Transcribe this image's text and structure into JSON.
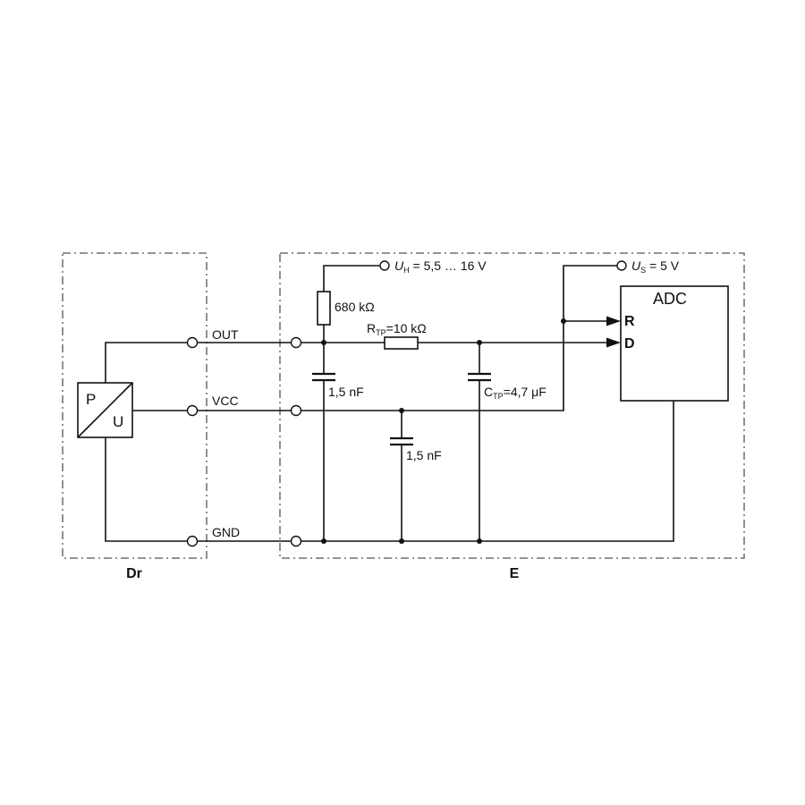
{
  "colors": {
    "line": "#111111",
    "frame": "#555555",
    "background": "#ffffff"
  },
  "blocks": {
    "left": "Dr",
    "right": "E"
  },
  "sensor": {
    "top_letter": "P",
    "bottom_letter": "U"
  },
  "terminals": {
    "out": "OUT",
    "vcc": "VCC",
    "gnd": "GND"
  },
  "supplies": {
    "uh_symbol": "U",
    "uh_sub": "H",
    "uh_value": " = 5,5 … 16 V",
    "us_symbol": "U",
    "us_sub": "S",
    "us_value": " = 5 V"
  },
  "components": {
    "pullup_resistor": "680 kΩ",
    "cap_out": "1,5 nF",
    "cap_vcc": "1,5 nF",
    "rtp_symbol": "R",
    "rtp_sub": "TP",
    "rtp_value": "=10 kΩ",
    "ctp_symbol": "C",
    "ctp_sub": "TP",
    "ctp_value": "=4,7 μF"
  },
  "adc": {
    "title": "ADC",
    "pin_r": "R",
    "pin_d": "D"
  }
}
